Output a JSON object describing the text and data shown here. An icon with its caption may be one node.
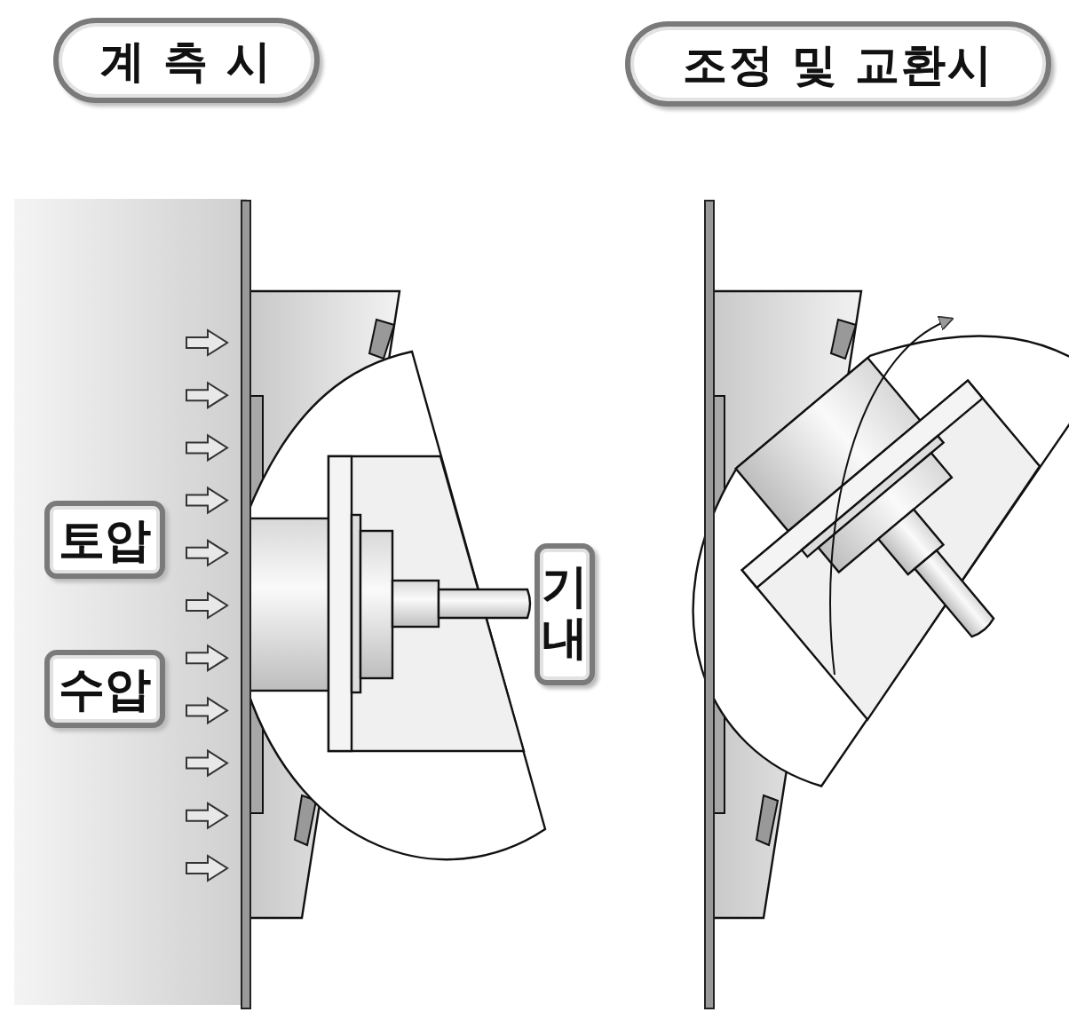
{
  "diagram": {
    "nodes": [
      {
        "text": [
          "계 측 시"
        ]
      },
      {
        "text": [
          "조정 및 교환시"
        ]
      },
      {
        "text": [
          "토압"
        ]
      },
      {
        "text": [
          "수압"
        ]
      },
      {
        "text": [
          "기내"
        ]
      }
    ]
  }
}
